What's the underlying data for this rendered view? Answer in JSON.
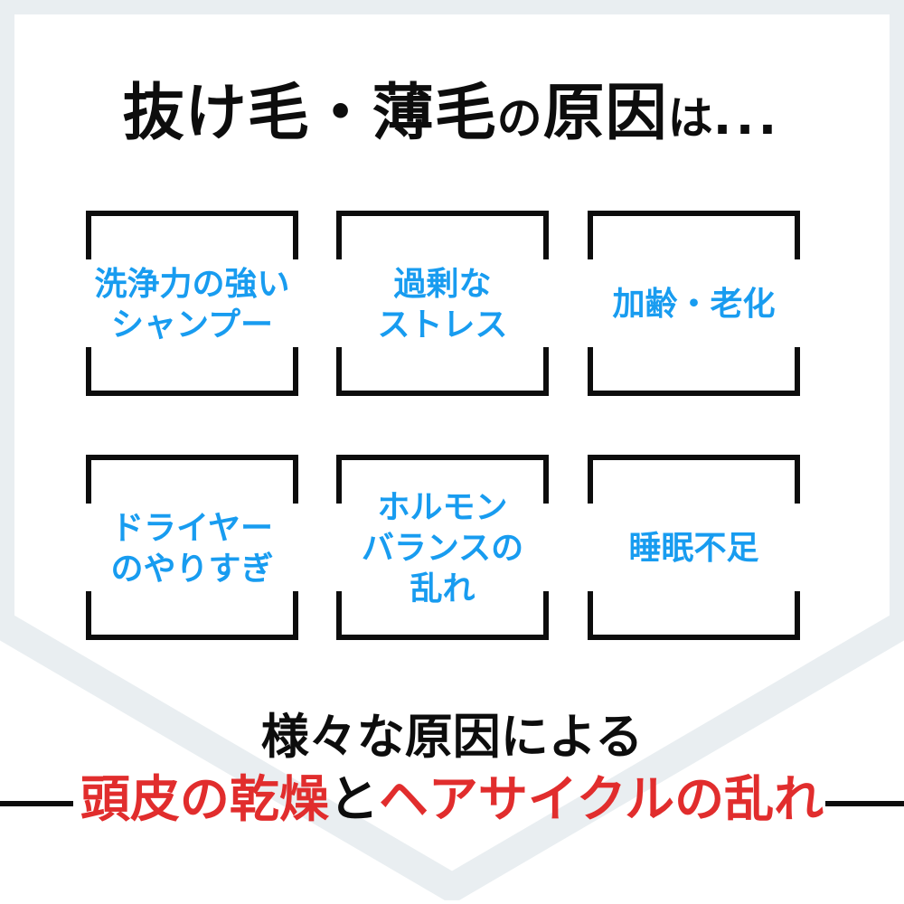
{
  "title": {
    "main1": "抜け毛・薄毛",
    "particle1": "の",
    "main2": "原因",
    "particle2": "は",
    "dots": "..."
  },
  "causes": [
    {
      "id": "strong-shampoo",
      "lines": [
        "洗浄力の強い",
        "シャンプー"
      ]
    },
    {
      "id": "excess-stress",
      "lines": [
        "過剰な",
        "ストレス"
      ]
    },
    {
      "id": "aging",
      "lines": [
        "加齢・老化"
      ]
    },
    {
      "id": "overuse-dryer",
      "lines": [
        "ドライヤー",
        "のやりすぎ"
      ]
    },
    {
      "id": "hormone-imbalance",
      "lines": [
        "ホルモン",
        "バランスの",
        "乱れ"
      ]
    },
    {
      "id": "lack-of-sleep",
      "lines": [
        "睡眠不足"
      ]
    }
  ],
  "conclusion": {
    "line1": "様々な原因による",
    "highlight1": "頭皮の乾燥",
    "connector": "と",
    "highlight2": "ヘアサイクルの乱れ"
  },
  "colors": {
    "cause_text_blue": "#189cf0",
    "highlight_red": "#e12d2d",
    "text_black": "#0d0d0d",
    "arrow_band_gray": "#e9eef1",
    "background": "#ffffff"
  }
}
